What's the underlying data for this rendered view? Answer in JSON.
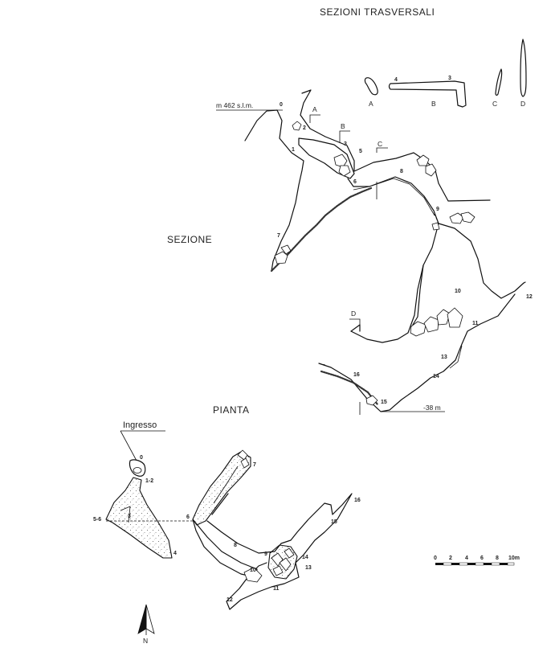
{
  "titles": {
    "cross_sections": "SEZIONI TRASVERSALI",
    "section": "SEZIONE",
    "plan": "PIANTA"
  },
  "labels": {
    "altitude": "m 462 s.l.m.",
    "depth": "-38 m",
    "entrance": "Ingresso",
    "north": "N"
  },
  "cross_section_names": [
    "A",
    "B",
    "C",
    "D"
  ],
  "cross_section_stations": [
    "4",
    "3"
  ],
  "section_markers": [
    "A",
    "B",
    "C",
    "D"
  ],
  "section_stations": [
    "0",
    "1",
    "2",
    "3",
    "5",
    "6",
    "7",
    "8",
    "9",
    "10",
    "11",
    "12",
    "13",
    "14",
    "15",
    "16"
  ],
  "plan_stations": [
    "0",
    "1-2",
    "5-6",
    "3",
    "4",
    "6",
    "7",
    "8",
    "9",
    "10",
    "11",
    "12",
    "13",
    "14",
    "15",
    "16"
  ],
  "scale": {
    "ticks": [
      "0",
      "2",
      "4",
      "6",
      "8",
      "10m"
    ]
  }
}
